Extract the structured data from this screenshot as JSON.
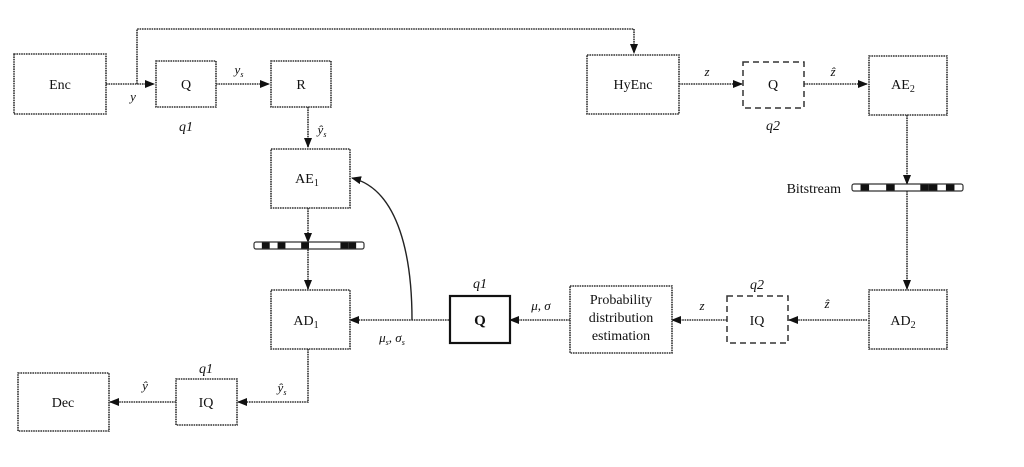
{
  "title": "Learned image compression pipeline with quantization and hyperprior entropy coding",
  "blocks": {
    "enc": "Enc",
    "q1": "Q",
    "r": "R",
    "hyenc": "HyEnc",
    "q2": "Q",
    "ae2": "AE",
    "ae2_sub": "2",
    "ae1": "AE",
    "ae1_sub": "1",
    "ad1": "AD",
    "ad1_sub": "1",
    "ad2": "AD",
    "ad2_sub": "2",
    "q_bold": "Q",
    "pde_line1": "Probability",
    "pde_line2": "distribution",
    "pde_line3": "estimation",
    "iq2": "IQ",
    "iq1": "IQ",
    "dec": "Dec"
  },
  "quantizer_labels": {
    "q1_top": "q1",
    "q2_top": "q2",
    "q_bold": "q1",
    "iq2": "q2",
    "iq1": "q1"
  },
  "signals": {
    "y": "y",
    "y_s": "y",
    "y_s_sub": "s",
    "y_hat_s_r": "ŷ",
    "y_hat_s_r_sub": "s",
    "z": "z",
    "z_hat": "ẑ",
    "z_hat_ad2": "ẑ",
    "z_iq": "z",
    "mu_sigma": "μ, σ",
    "mu_s_sigma_s": "μ",
    "mu_s_sub": "s",
    "sigma_s": "σ",
    "sigma_s_sub": "s",
    "y_hat_s_ad1": "ŷ",
    "y_hat_s_ad1_sub": "s",
    "y_hat": "ŷ"
  },
  "bitstream_label": "Bitstream",
  "bitstreams": {
    "main": [
      0,
      1,
      0,
      1,
      0,
      0,
      1,
      0,
      0,
      0,
      0,
      1,
      1,
      0
    ],
    "hyper": [
      0,
      1,
      0,
      0,
      1,
      0,
      0,
      0,
      1,
      1,
      0,
      1,
      0
    ]
  },
  "colors": {
    "stroke": "#333333",
    "text": "#111111",
    "background": "#ffffff"
  }
}
